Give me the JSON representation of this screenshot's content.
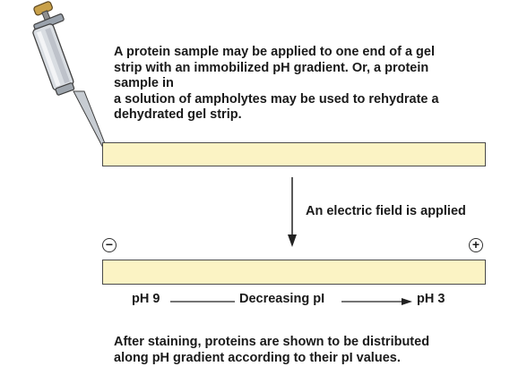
{
  "captions": {
    "top": [
      "A protein sample may be applied to one end of a gel",
      "strip with an immobilized pH gradient. Or, a protein",
      "sample in",
      "a solution of ampholytes may be used to rehydrate a",
      "dehydrated gel strip."
    ],
    "field": "An electric field is applied",
    "bottom": [
      "After staining, proteins are shown to be distributed",
      "along pH gradient according to their pI values."
    ]
  },
  "gradient": {
    "left": "pH 9",
    "middle": "Decreasing pI",
    "right": "pH 3"
  },
  "electrodes": {
    "negative": "−",
    "positive": "+"
  },
  "colors": {
    "strip": "#fbf3c4",
    "band": "#111111"
  }
}
